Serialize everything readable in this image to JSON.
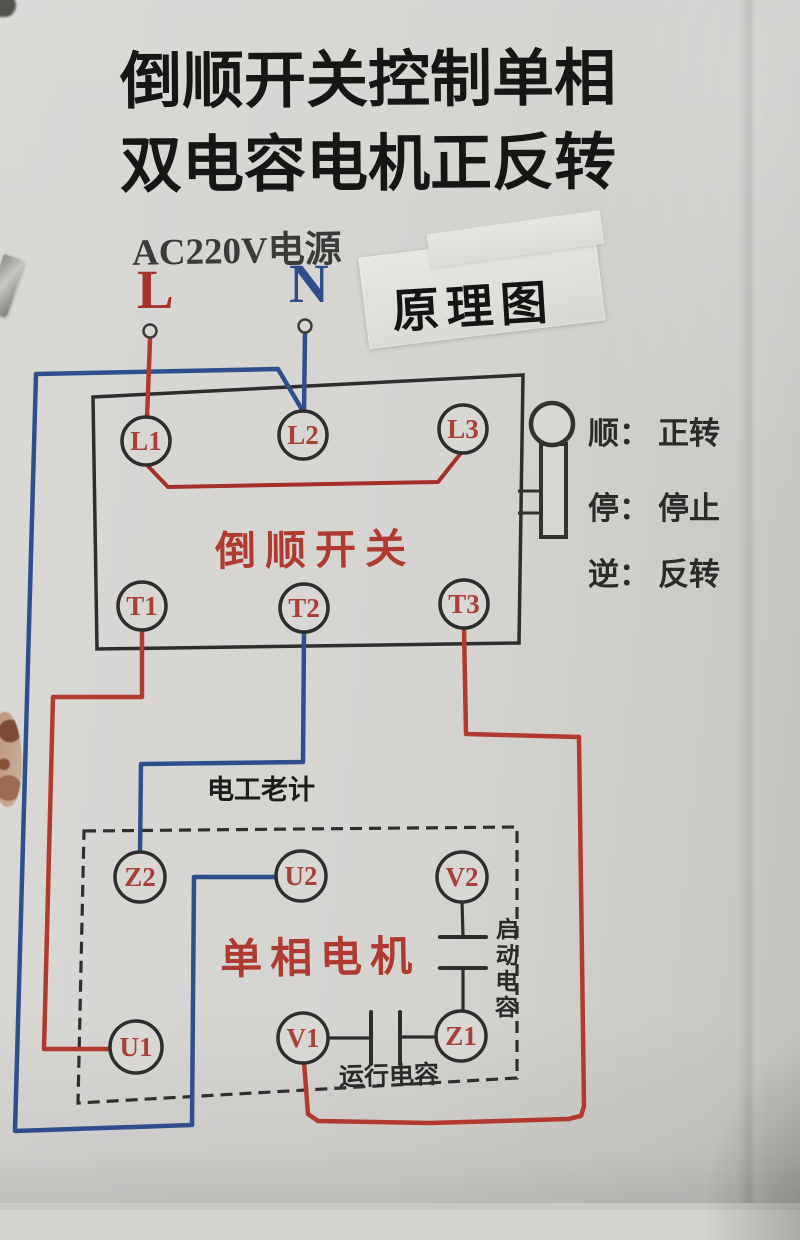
{
  "title": {
    "line1": "倒顺开关控制单相",
    "line2": "双电容电机正反转"
  },
  "power": {
    "label": "AC220V电源",
    "live": "L",
    "neutral": "N"
  },
  "schematic_label": "原理图",
  "switch_box": {
    "name": "倒顺开关",
    "top_terminals": [
      "L1",
      "L2",
      "L3"
    ],
    "bottom_terminals": [
      "T1",
      "T2",
      "T3"
    ]
  },
  "positions": [
    {
      "mode": "顺：",
      "action": "正转"
    },
    {
      "mode": "停：",
      "action": "停止"
    },
    {
      "mode": "逆：",
      "action": "反转"
    }
  ],
  "watermark": "电工老计",
  "motor": {
    "name": "单相电机",
    "top_terminals": [
      "Z2",
      "U2",
      "V2"
    ],
    "bottom_terminals": [
      "U1",
      "V1",
      "Z1"
    ],
    "start_capacitor_label": "启动电容",
    "run_capacitor_label": "运行电容"
  },
  "colors": {
    "live_wire_red": "#b23a2c",
    "neutral_wire_blue": "#2f4f8c",
    "terminal_label_red": "#a8403a",
    "diagram_ink": "#2d2d2d",
    "paper": "#d6d4d1"
  }
}
